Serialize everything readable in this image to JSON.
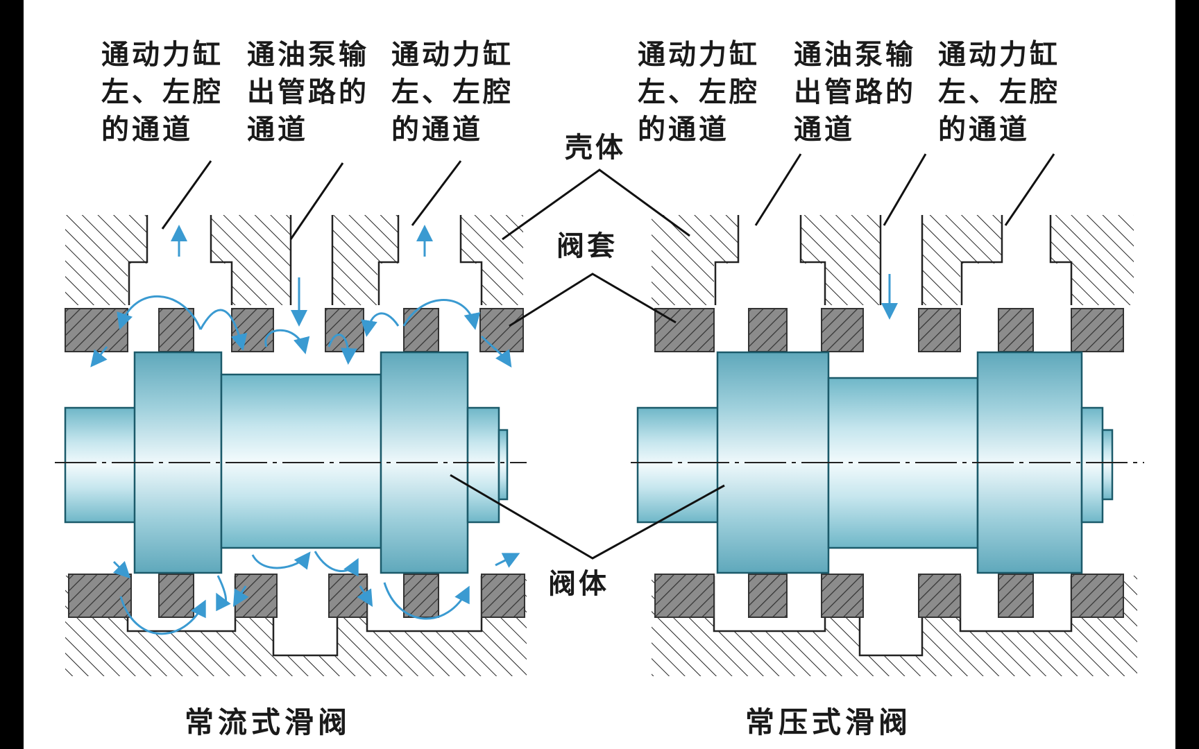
{
  "colors": {
    "background": "#ffffff",
    "outer_bg": "#000000",
    "spool_fill": "#a7d3dd",
    "spool_light": "#eef8fb",
    "spool_stroke": "#1b5a6a",
    "sleeve_fill": "#8c8c8c",
    "hatch": "#222222",
    "flow_arrow": "#3a9ad1"
  },
  "left_valve": {
    "caption": "常流式滑阀",
    "port_labels": [
      "通动力缸\n左、左腔\n的通道",
      "通油泵输\n出管路的\n通道",
      "通动力缸\n左、左腔\n的通道"
    ]
  },
  "right_valve": {
    "caption": "常压式滑阀",
    "port_labels": [
      "通动力缸\n左、左腔\n的通道",
      "通油泵输\n出管路的\n通道",
      "通动力缸\n左、左腔\n的通道"
    ]
  },
  "callouts": {
    "housing": "壳体",
    "sleeve": "阀套",
    "spool": "阀体"
  }
}
